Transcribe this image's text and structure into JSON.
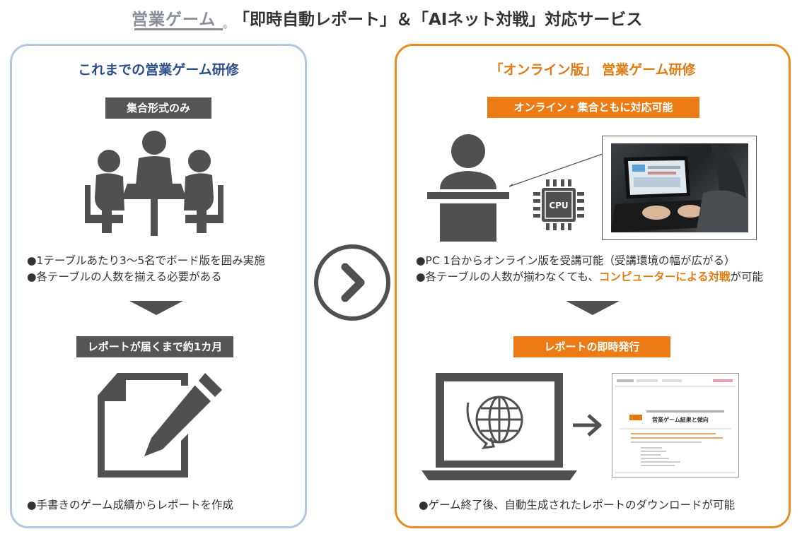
{
  "header": {
    "logo_text": "営業ゲーム",
    "title": "「即時自動レポート」＆「AIネット対戦」対応サービス"
  },
  "left": {
    "title": "これまでの営業ゲーム研修",
    "tag1": "集合形式のみ",
    "bullets1": [
      "●1テーブルあたり3～5名でボード版を囲み実施",
      "●各テーブルの人数を揃える必要がある"
    ],
    "tag2": "レポートが届くまで約1カ月",
    "bullets2": [
      "●手書きのゲーム成績からレポートを作成"
    ]
  },
  "right": {
    "title": "「オンライン版」 営業ゲーム研修",
    "tag1": "オンライン・集合ともに対応可能",
    "cpu_label": "CPU",
    "bullet1": "●PC 1台からオンライン版を受講可能（受講環境の幅が広がる）",
    "bullet2_pre": "●各テーブルの人数が揃わなくても、",
    "bullet2_hl": "コンピューターによる対戦",
    "bullet2_post": "が可能",
    "tag2": "レポートの即時発行",
    "report_heading": "営業ゲーム結果と傾向",
    "bullet3": "●ゲーム終了後、自動生成されたレポートのダウンロードが可能"
  },
  "colors": {
    "left_border": "#b3c6e2",
    "right_border": "#ea8a1f",
    "left_title": "#2c4f8a",
    "accent": "#e27c12",
    "tag_gray": "#555555",
    "tag_orange": "#ea7b15",
    "icon_gray": "#505050"
  }
}
